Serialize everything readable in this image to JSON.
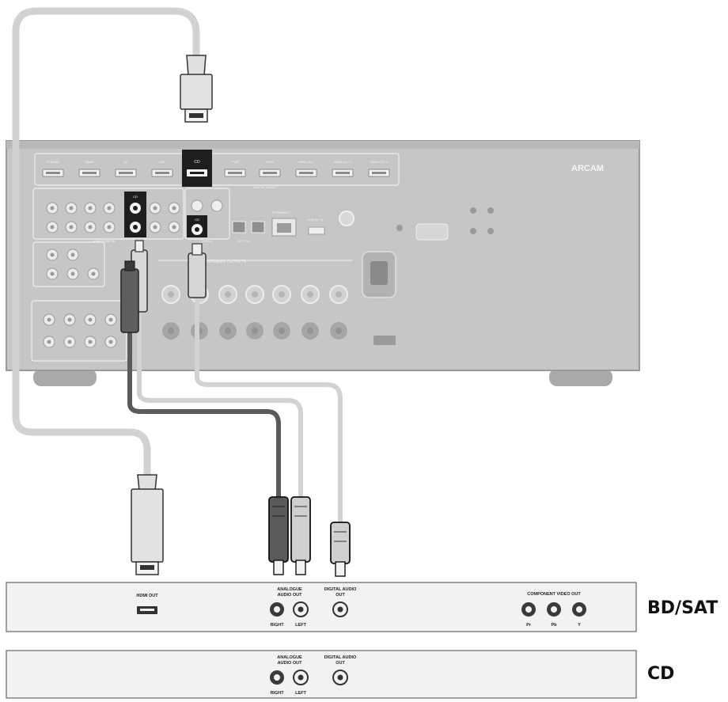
{
  "receiver": {
    "brand": "ARCAM",
    "hdmi_inputs": [
      "STB/SAT",
      "GAME",
      "AV",
      "SAT",
      "CD",
      "PVR",
      "PVR2",
      "HDMI OUT",
      "HDMI OUT 2",
      "HDMI OUT 3"
    ],
    "hdmi_section_label": "DIGITAL AUDIO",
    "analogue_section_label": "ANALOGUE IN",
    "analogue_input_label": "CD",
    "coaxial_section_label": "COAXIAL",
    "coaxial_input_label": "CD",
    "optical_section_label": "OPTICAL",
    "ethernet_label": "ETHERNET",
    "usb_label": "USB 5V 1A",
    "speaker_section_label": "SPEAKER OUTPUTS"
  },
  "devices": [
    {
      "name": "BD/SAT",
      "ports": {
        "hdmi_out": "HDMI OUT",
        "analogue_out": [
          "ANALOGUE",
          "AUDIO OUT"
        ],
        "digital_out": [
          "DIGITAL AUDIO",
          "OUT"
        ],
        "right": "RIGHT",
        "left": "LEFT",
        "component_out": "COMPONENT VIDEO OUT",
        "component_jacks": [
          "Pr",
          "Pb",
          "Y"
        ]
      }
    },
    {
      "name": "CD",
      "ports": {
        "analogue_out": [
          "ANALOGUE",
          "AUDIO OUT"
        ],
        "digital_out": [
          "DIGITAL AUDIO",
          "OUT"
        ],
        "right": "RIGHT",
        "left": "LEFT"
      }
    }
  ],
  "colors": {
    "receiver_panel": "#c6c6c6",
    "receiver_edge": "#9a9a9a",
    "highlight_jack": "#1e1e1e",
    "cable_light": "#d2d2d2",
    "cable_mid": "#8c8c8c",
    "cable_dark": "#5a5a5a",
    "device_panel": "#f2f2f2"
  }
}
